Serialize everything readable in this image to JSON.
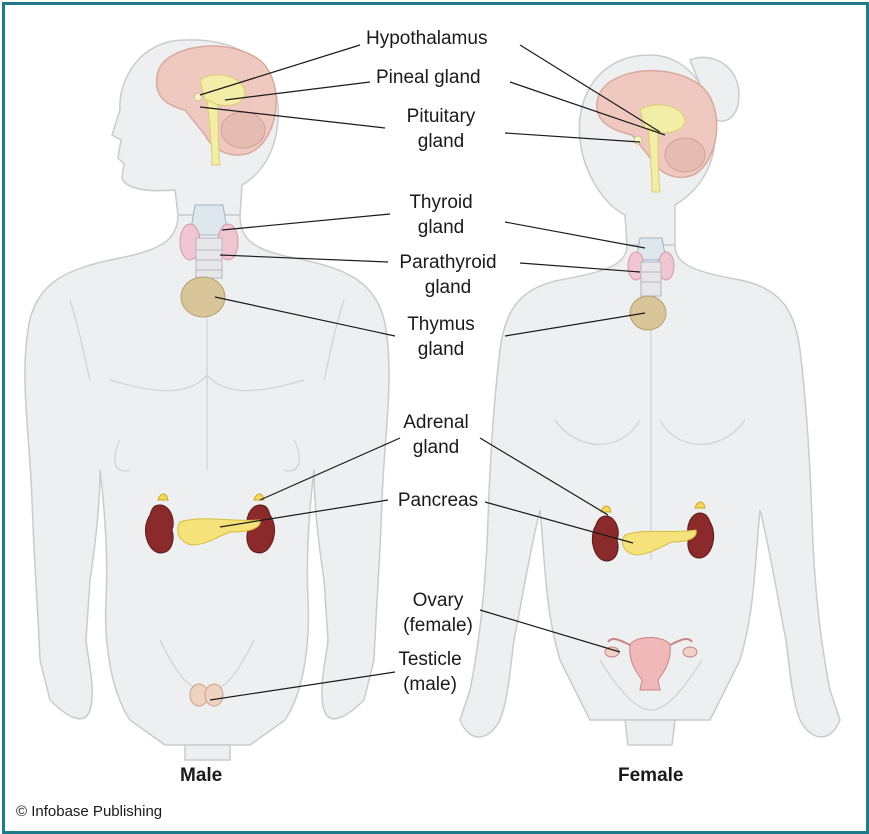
{
  "labels": {
    "hypothalamus": [
      "Hypothalamus"
    ],
    "pineal": [
      "Pineal gland"
    ],
    "pituitary": [
      "Pituitary",
      "gland"
    ],
    "thyroid": [
      "Thyroid",
      "gland"
    ],
    "parathyroid": [
      "Parathyroid",
      "gland"
    ],
    "thymus": [
      "Thymus",
      "gland"
    ],
    "adrenal": [
      "Adrenal",
      "gland"
    ],
    "pancreas": [
      "Pancreas"
    ],
    "ovary": [
      "Ovary",
      "(female)"
    ],
    "testicle": [
      "Testicle",
      "(male)"
    ]
  },
  "captions": {
    "male": "Male",
    "female": "Female"
  },
  "copyright": "© Infobase Publishing",
  "colors": {
    "frame": "#1f7a8c",
    "body": "#eeeff1",
    "brain": "#efc9c0",
    "kidney": "#8b2a2a",
    "pancreas": "#f6e27a",
    "thymus": "#d9c59a",
    "thyroid": "#f0c6d0"
  }
}
